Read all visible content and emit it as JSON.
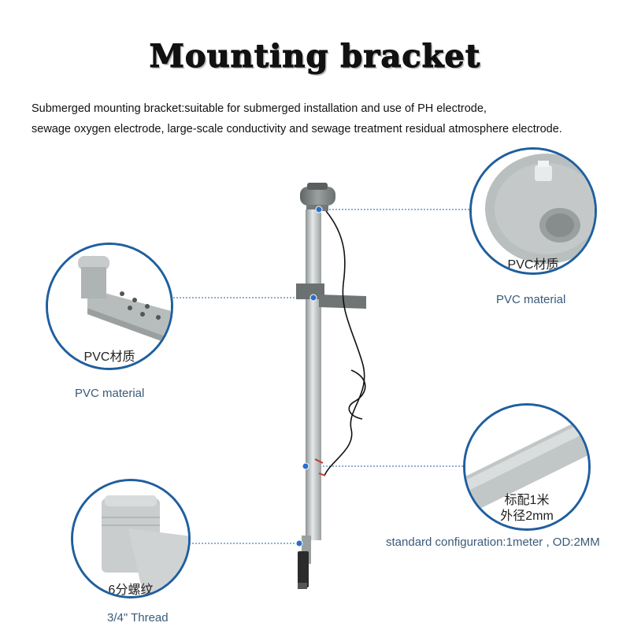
{
  "header": {
    "title": "Mounting bracket",
    "description_line1": "Submerged mounting bracket:suitable for submerged installation and use of PH electrode,",
    "description_line2": "sewage oxygen electrode, large-scale conductivity and sewage treatment residual atmosphere electrode."
  },
  "callouts": {
    "top_right": {
      "label": "PVC材质",
      "caption": "PVC material"
    },
    "left_bracket": {
      "label": "PVC材质",
      "caption": "PVC material"
    },
    "right_pipe": {
      "label_line1": "标配1米",
      "label_line2": "外径2mm",
      "caption": "standard configuration:1meter , OD:2MM"
    },
    "bottom_thread": {
      "label": "6分螺纹",
      "caption": "3/4\" Thread"
    }
  },
  "colors": {
    "accent": "#1f5f9e",
    "pvc_gray": "#b7bcbc",
    "connector_dot": "#2a6fd0"
  }
}
